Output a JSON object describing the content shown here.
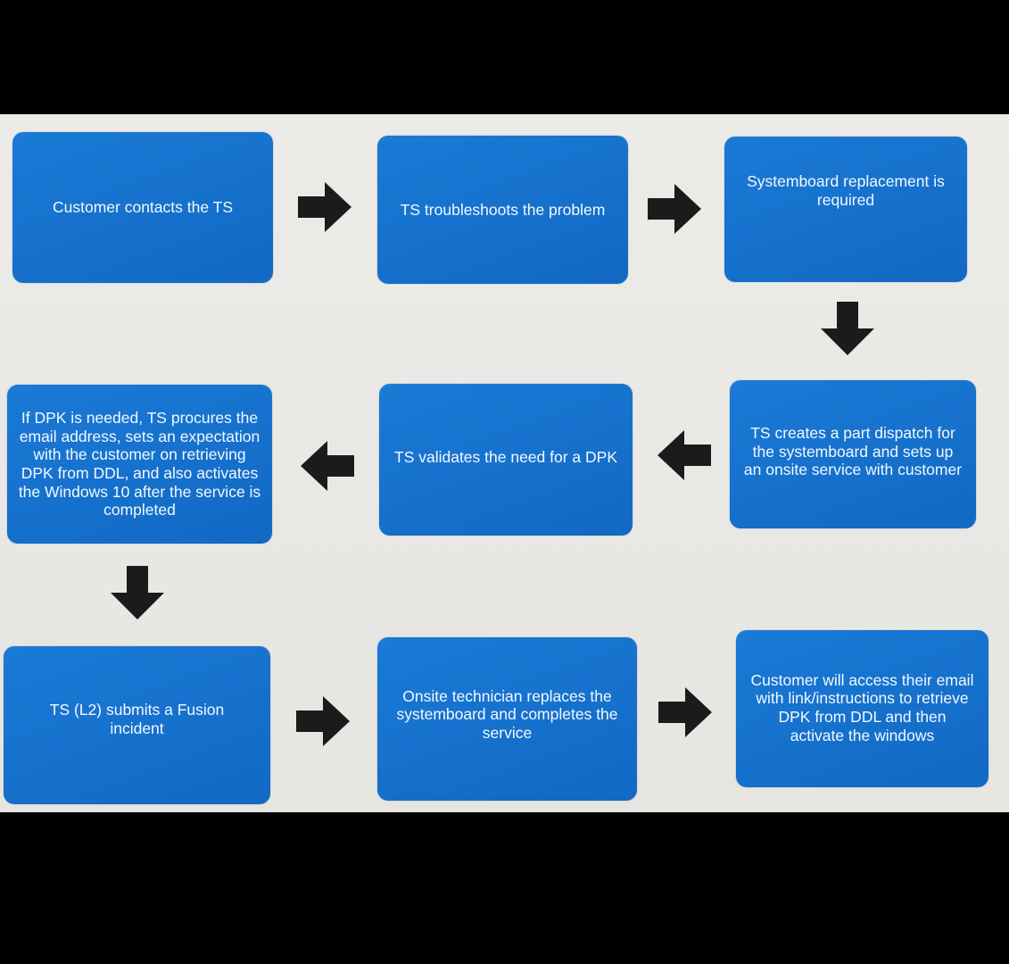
{
  "steps": {
    "s1": "Customer contacts the TS",
    "s2": "TS troubleshoots the problem",
    "s3": "Systemboard replacement is required",
    "s4": "TS creates a part dispatch for the systemboard and sets up an onsite service with customer",
    "s5": "TS validates the need for a DPK",
    "s6": "If DPK is needed, TS procures the email address, sets an expectation with the customer on retrieving DPK from DDL, and also activates the Windows 10 after the service is completed",
    "s7": "TS (L2) submits a Fusion incident",
    "s8": "Onsite technician replaces the systemboard and completes the service",
    "s9": "Customer will access their email with link/instructions to retrieve DPK from DDL and then activate the windows"
  },
  "colors": {
    "box_fill": "#1a7ad6",
    "arrow_fill": "#1b1b1b",
    "screen_background": "#ebeae6",
    "outer_background": "#000000"
  },
  "arrows": [
    {
      "name": "arrow-right-icon",
      "from": "s1",
      "to": "s2"
    },
    {
      "name": "arrow-right-icon",
      "from": "s2",
      "to": "s3"
    },
    {
      "name": "arrow-down-icon",
      "from": "s3",
      "to": "s4"
    },
    {
      "name": "arrow-left-icon",
      "from": "s4",
      "to": "s5"
    },
    {
      "name": "arrow-left-icon",
      "from": "s5",
      "to": "s6"
    },
    {
      "name": "arrow-down-icon",
      "from": "s6",
      "to": "s7"
    },
    {
      "name": "arrow-right-icon",
      "from": "s7",
      "to": "s8"
    },
    {
      "name": "arrow-right-icon",
      "from": "s8",
      "to": "s9"
    }
  ]
}
